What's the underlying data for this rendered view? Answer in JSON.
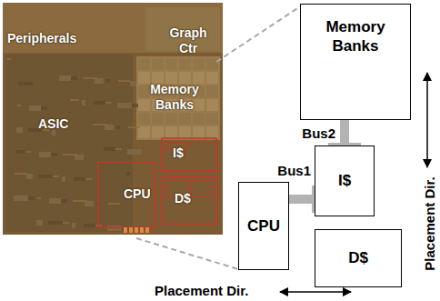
{
  "diagram": {
    "nodes": [
      {
        "text": [
          "Memory Banks"
        ]
      },
      {
        "text": [
          "I$"
        ]
      },
      {
        "text": [
          "CPU"
        ]
      },
      {
        "text": [
          "D$"
        ]
      }
    ],
    "edges": [
      {
        "from": 0,
        "to": 1,
        "arrow": "none",
        "label": "Bus2"
      },
      {
        "from": 2,
        "to": 1,
        "arrow": "none",
        "label": "Bus1"
      }
    ],
    "labels": [
      "Peripherals",
      "Graph Ctr",
      "Memory Banks",
      "ASIC",
      "I$",
      "CPU",
      "D$",
      "Placement Dir.",
      "Placement Dir."
    ]
  }
}
